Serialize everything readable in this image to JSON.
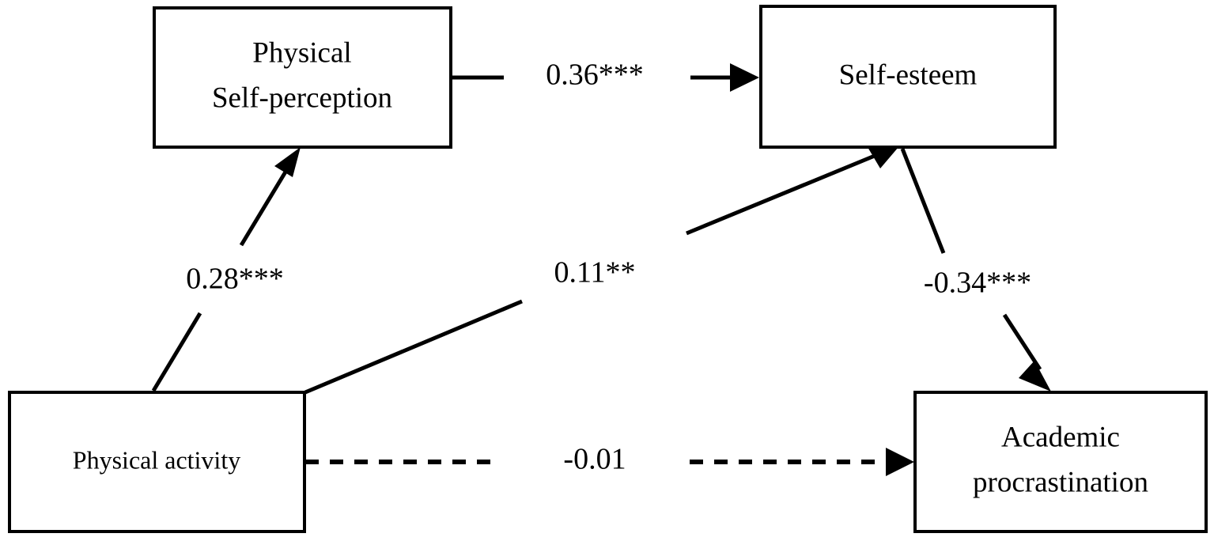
{
  "figure": {
    "type": "path-diagram",
    "background_color": "#ffffff",
    "line_color": "#000000"
  },
  "nodes": [
    {
      "id": "physical-self-perception",
      "line1": "Physical",
      "line2": "Self-perception"
    },
    {
      "id": "self-esteem",
      "line1": "Self-esteem",
      "line2": ""
    },
    {
      "id": "physical-activity",
      "line1": "Physical activity",
      "line2": ""
    },
    {
      "id": "academic-procrastination",
      "line1": "Academic",
      "line2": "procrastination"
    }
  ],
  "paths": [
    {
      "id": "psp-to-se",
      "from": "physical-self-perception",
      "to": "self-esteem",
      "label": "0.36***",
      "coefficient": 0.36,
      "significance": "***",
      "style": "solid"
    },
    {
      "id": "pa-to-psp",
      "from": "physical-activity",
      "to": "physical-self-perception",
      "label": "0.28***",
      "coefficient": 0.28,
      "significance": "***",
      "style": "solid"
    },
    {
      "id": "pa-to-se",
      "from": "physical-activity",
      "to": "self-esteem",
      "label": "0.11**",
      "coefficient": 0.11,
      "significance": "**",
      "style": "solid"
    },
    {
      "id": "se-to-ap",
      "from": "self-esteem",
      "to": "academic-procrastination",
      "label": "-0.34***",
      "coefficient": -0.34,
      "significance": "***",
      "style": "solid"
    },
    {
      "id": "pa-to-ap",
      "from": "physical-activity",
      "to": "academic-procrastination",
      "label": "-0.01",
      "coefficient": -0.01,
      "significance": "",
      "style": "dashed"
    }
  ],
  "chart_data": {
    "type": "diagram",
    "title": "",
    "nodes": [
      "Physical Self-perception",
      "Self-esteem",
      "Physical activity",
      "Academic procrastination"
    ],
    "edges": [
      {
        "source": "Physical Self-perception",
        "target": "Self-esteem",
        "value": 0.36,
        "label": "0.36***",
        "style": "solid"
      },
      {
        "source": "Physical activity",
        "target": "Physical Self-perception",
        "value": 0.28,
        "label": "0.28***",
        "style": "solid"
      },
      {
        "source": "Physical activity",
        "target": "Self-esteem",
        "value": 0.11,
        "label": "0.11**",
        "style": "solid"
      },
      {
        "source": "Self-esteem",
        "target": "Academic procrastination",
        "value": -0.34,
        "label": "-0.34***",
        "style": "solid"
      },
      {
        "source": "Physical activity",
        "target": "Academic procrastination",
        "value": -0.01,
        "label": "-0.01",
        "style": "dashed"
      }
    ]
  }
}
